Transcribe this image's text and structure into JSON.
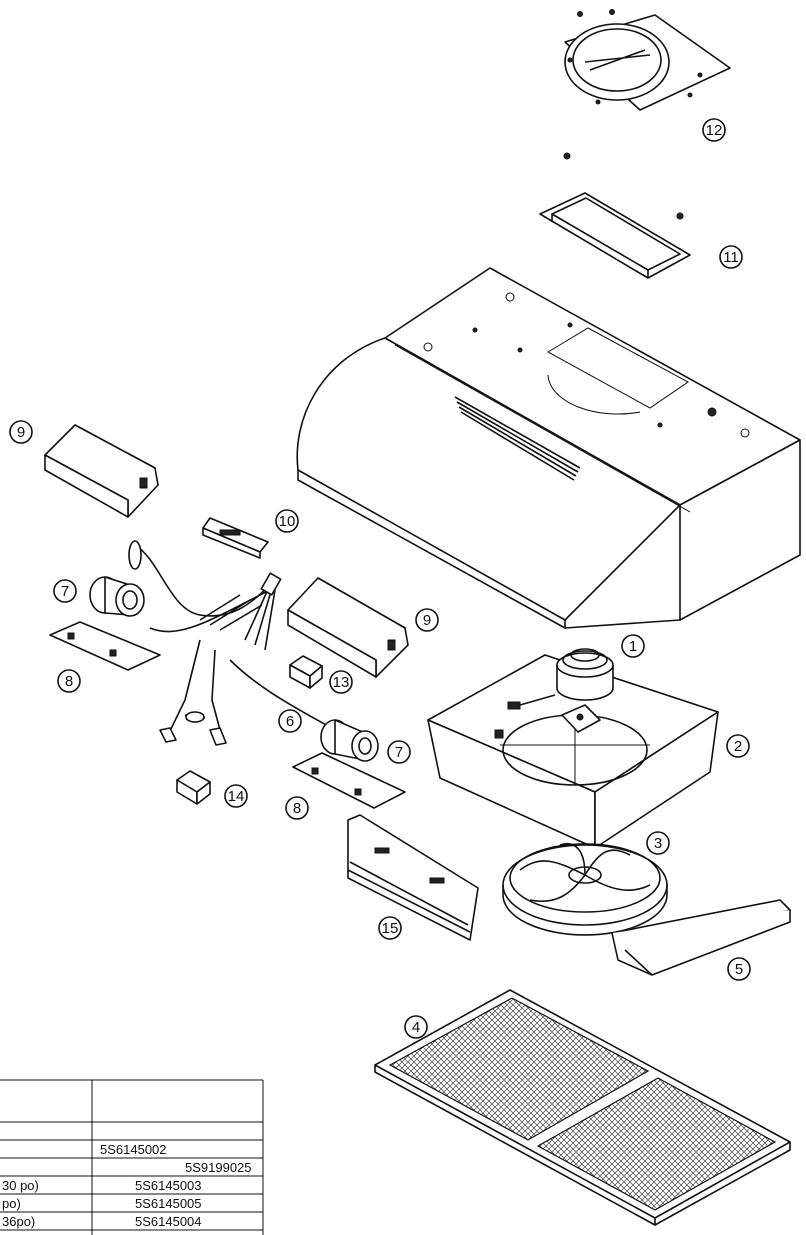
{
  "callouts": {
    "c1": "1",
    "c2": "2",
    "c3": "3",
    "c4": "4",
    "c5": "5",
    "c6": "6",
    "c7a": "7",
    "c7b": "7",
    "c8a": "8",
    "c8b": "8",
    "c9a": "9",
    "c9b": "9",
    "c10": "10",
    "c11": "11",
    "c12": "12",
    "c13": "13",
    "c14": "14",
    "c15": "15"
  },
  "parts_table": {
    "rows": [
      {
        "description": "",
        "part": ""
      },
      {
        "description": "",
        "part": ""
      },
      {
        "description": "",
        "part": "5S6145002"
      },
      {
        "description": "",
        "part": "5S9199025"
      },
      {
        "description": "30 po)",
        "part": "5S6145003"
      },
      {
        "description": "po)",
        "part": "5S6145005"
      },
      {
        "description": "36po)",
        "part": "5S6145004"
      }
    ]
  }
}
